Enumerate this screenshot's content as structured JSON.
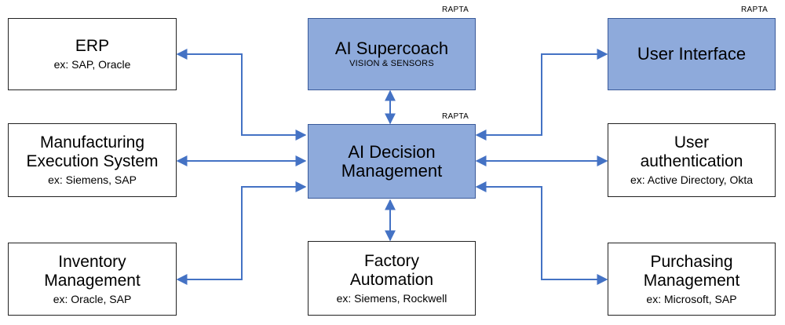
{
  "boxes": {
    "erp": {
      "title": "ERP",
      "sub": "ex: SAP, Oracle"
    },
    "mes": {
      "title_line1": "Manufacturing",
      "title_line2": "Execution System",
      "sub": "ex: Siemens, SAP"
    },
    "inventory": {
      "title_line1": "Inventory",
      "title_line2": "Management",
      "sub": "ex: Oracle, SAP"
    },
    "supercoach": {
      "title": "AI Supercoach",
      "sub": "VISION & SENSORS",
      "tag": "RAPTA"
    },
    "decision": {
      "title_line1": "AI Decision",
      "title_line2": "Management",
      "tag": "RAPTA"
    },
    "factory": {
      "title_line1": "Factory",
      "title_line2": "Automation",
      "sub": "ex: Siemens, Rockwell"
    },
    "ui": {
      "title": "User Interface",
      "tag": "RAPTA"
    },
    "auth": {
      "title_line1": "User",
      "title_line2": "authentication",
      "sub": "ex: Active Directory, Okta"
    },
    "purchasing": {
      "title_line1": "Purchasing",
      "title_line2": "Management",
      "sub": "ex: Microsoft, SAP"
    }
  },
  "colors": {
    "highlight_fill": "#8eaadb",
    "connector": "#4472c4"
  }
}
